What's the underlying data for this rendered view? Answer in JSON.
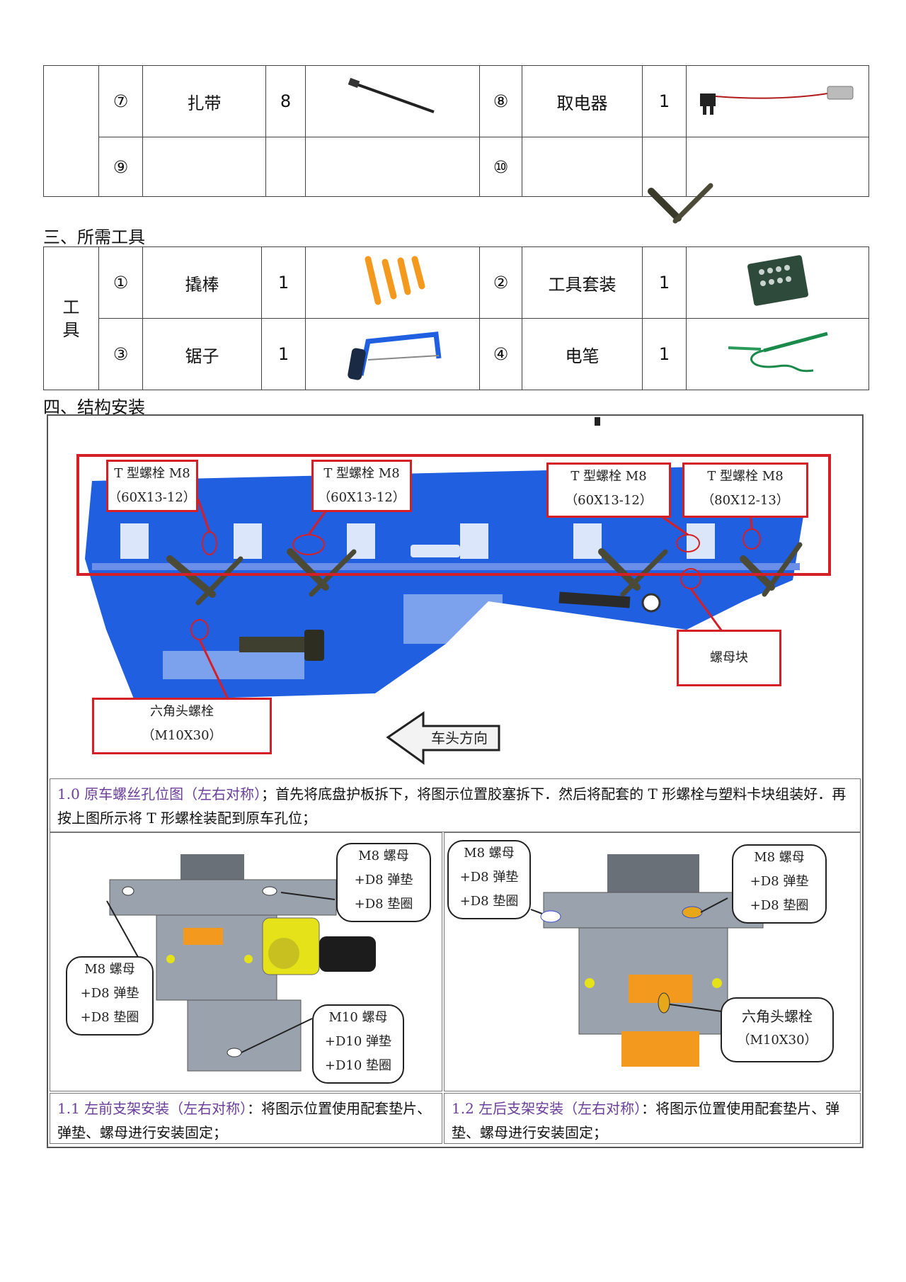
{
  "parts_table": {
    "rows": [
      {
        "left": {
          "no": "⑦",
          "name": "扎带",
          "qty": "8"
        },
        "right": {
          "no": "⑧",
          "name": "取电器",
          "qty": "1"
        }
      },
      {
        "left": {
          "no": "⑨",
          "name": "",
          "qty": ""
        },
        "right": {
          "no": "⑩",
          "name": "",
          "qty": ""
        }
      }
    ]
  },
  "tools_section": {
    "title": "三、所需工具",
    "category": "工具",
    "rows": [
      {
        "left": {
          "no": "①",
          "name": "撬棒",
          "qty": "1"
        },
        "right": {
          "no": "②",
          "name": "工具套装",
          "qty": "1"
        }
      },
      {
        "left": {
          "no": "③",
          "name": "锯子",
          "qty": "1"
        },
        "right": {
          "no": "④",
          "name": "电笔",
          "qty": "1"
        }
      }
    ]
  },
  "structure_section": {
    "title": "四、结构安装",
    "diagram1": {
      "labels": [
        {
          "line1": "T 型螺栓 M8",
          "line2": "（60X13-12）"
        },
        {
          "line1": "T 型螺栓 M8",
          "line2": "（60X13-12）"
        },
        {
          "line1": "T 型螺栓 M8",
          "line2": "（60X13-12）"
        },
        {
          "line1": "T 型螺栓 M8",
          "line2": "（80X12-13）"
        }
      ],
      "nut_block": "螺母块",
      "hex_bolt": {
        "line1": "六角头螺栓",
        "line2": "（M10X30）"
      },
      "direction": "车头方向"
    },
    "caption1": {
      "highlight": "1.0 原车螺丝孔位图（左右对称）",
      "text": "；首先将底盘护板拆下，将图示位置胶塞拆下．然后将配套的 T 形螺栓与塑料卡块组装好．再按上图所示将 T 形螺栓装配到原车孔位；"
    },
    "diagram_left": {
      "bubble_top": [
        "M8 螺母",
        "+D8 弹垫",
        "+D8 垫圈"
      ],
      "bubble_left": [
        "M8 螺母",
        "+D8 弹垫",
        "+D8 垫圈"
      ],
      "bubble_bottom": [
        "M10 螺母",
        "+D10 弹垫",
        "+D10 垫圈"
      ]
    },
    "diagram_right": {
      "bubble_left": [
        "M8 螺母",
        "+D8 弹垫",
        "+D8 垫圈"
      ],
      "bubble_right": [
        "M8 螺母",
        "+D8 弹垫",
        "+D8 垫圈"
      ],
      "bubble_bottom": [
        "六角头螺栓",
        "（M10X30）"
      ]
    },
    "caption_left": {
      "highlight": "1.1 左前支架安装（左右对称）",
      "text": "：将图示位置使用配套垫片、弹垫、螺母进行安装固定；"
    },
    "caption_right": {
      "highlight": "1.2 左后支架安装（左右对称）",
      "text": "：将图示位置使用配套垫片、弹垫、螺母进行安装固定；"
    }
  },
  "colors": {
    "callout_red": "#d41f26",
    "chassis_blue": "#1f5fe0",
    "caption_purple": "#6b3f9a",
    "bracket_gray": "#9aa3ad",
    "accent_orange": "#f39a1e",
    "accent_yellow": "#e6e21a"
  }
}
